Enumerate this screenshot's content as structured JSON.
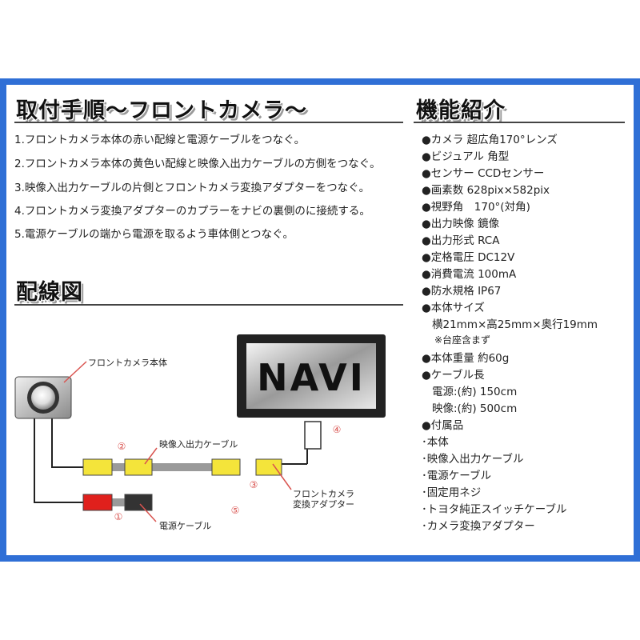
{
  "headings": {
    "install": "取付手順～フロントカメラ～",
    "features": "機能紹介",
    "wiring": "配線図"
  },
  "steps": [
    "1.フロントカメラ本体の赤い配線と電源ケーブルをつなぐ。",
    "2.フロントカメラ本体の黄色い配線と映像入出力ケーブルの方側をつなぐ。",
    "3.映像入出力ケーブルの片側とフロントカメラ変換アダプターをつなぐ。",
    "4.フロントカメラ変換アダプターのカプラーをナビの裏側のに接続する。",
    "5.電源ケーブルの端から電源を取るよう車体側とつなぐ。"
  ],
  "features": [
    "●カメラ 超広角170°レンズ",
    "●ビジュアル 角型",
    "●センサー CCDセンサー",
    "●画素数 628pix×582pix",
    "●視野角　170°(対角)",
    "●出力映像 鏡像",
    "●出力形式 RCA",
    "●定格電圧 DC12V",
    "●消費電流 100mA",
    "●防水規格 IP67",
    "●本体サイズ",
    "横21mm×高25mm×奥行19mm",
    "※台座含まず",
    "●本体重量 約60g",
    "●ケーブル長",
    "電源:(約) 150cm",
    "映像:(約) 500cm",
    "●付属品",
    "･本体",
    "･映像入出力ケーブル",
    "･電源ケーブル",
    "･固定用ネジ",
    "･トヨタ純正スイッチケーブル",
    "･カメラ変換アダプター"
  ],
  "diagram": {
    "navi": "NAVI",
    "camera_label": "フロントカメラ本体",
    "video_cable_label": "映像入出力ケーブル",
    "adapter_label_line1": "フロントカメラ",
    "adapter_label_line2": "変換アダプター",
    "power_cable_label": "電源ケーブル",
    "markers": [
      "①",
      "②",
      "③",
      "④",
      "⑤"
    ]
  },
  "colors": {
    "frame": "#2f6fd6",
    "marker": "#d9534f",
    "connector_yellow": "#f4e43a",
    "connector_red": "#e0201c"
  }
}
